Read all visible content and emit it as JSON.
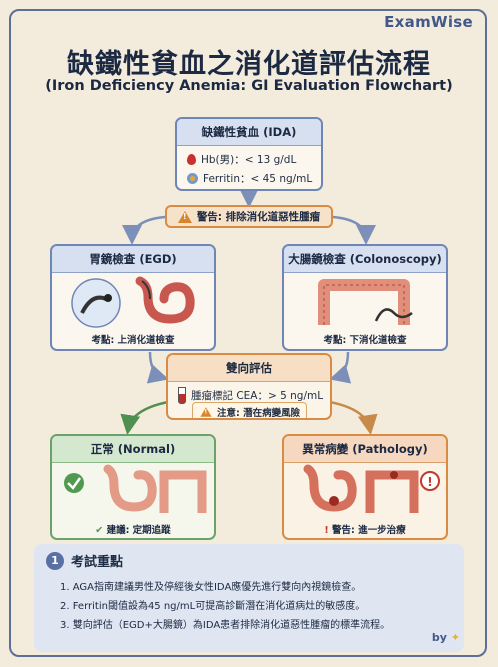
{
  "brand": "ExamWise",
  "title": "缺鐵性貧血之消化道評估流程",
  "subtitle": "(Iron Deficiency Anemia: GI Evaluation Flowchart)",
  "ida_box": {
    "heading": "缺鐵性貧血 (IDA)",
    "hb": "Hb(男)：< 13 g/dL",
    "ferritin": "Ferritin：< 45 ng/mL"
  },
  "warning": "警告: 排除消化道惡性腫瘤",
  "egd": {
    "heading": "胃鏡檢查 (EGD)",
    "note": "考點: 上消化道檢查"
  },
  "colon": {
    "heading": "大腸鏡檢查 (Colonoscopy)",
    "note": "考點: 下消化道檢查"
  },
  "bidirectional": {
    "heading": "雙向評估",
    "marker": "腫瘤標記 CEA：> 5 ng/mL",
    "caution": "注意: 潛在病變風險"
  },
  "normal": {
    "heading": "正常 (Normal)",
    "note": "建議: 定期追蹤"
  },
  "pathology": {
    "heading": "異常病變 (Pathology)",
    "note": "警告: 進一步治療"
  },
  "summary": {
    "number": "1",
    "title": "考試重點",
    "items": [
      "1. AGA指南建議男性及停經後女性IDA應優先進行雙向內視鏡檢查。",
      "2. Ferritin閾值設為45 ng/mL可提高診斷潛在消化道病灶的敏感度。",
      "3. 雙向評估（EGD+大腸鏡）為IDA患者排除消化道惡性腫瘤的標準流程。"
    ]
  },
  "byline": "by",
  "colors": {
    "blue": "#6e86b7",
    "orange": "#d98b44",
    "green": "#6aa26a",
    "navy": "#1c2942"
  }
}
